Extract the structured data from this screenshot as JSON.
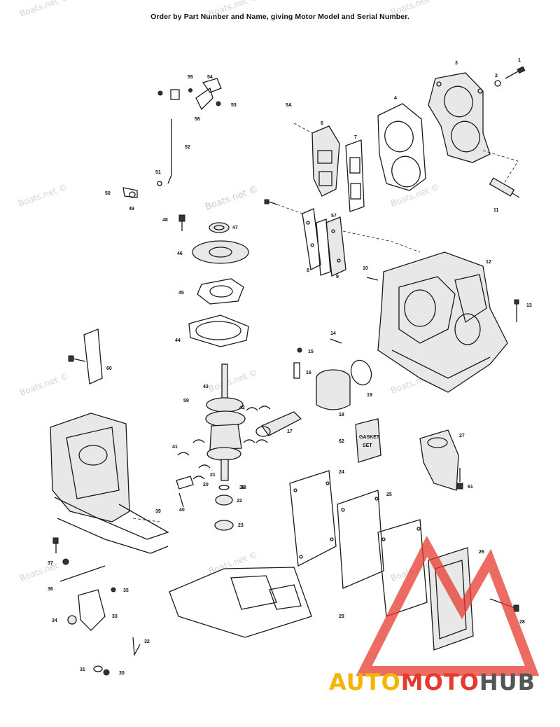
{
  "header": {
    "text": "Order by Part Number and Name, giving Motor Model and Serial Number."
  },
  "watermarks": [
    "Boats.net ©"
  ],
  "brand": {
    "part1": "AUTO",
    "part2": "MOTO",
    "part3": "HUB",
    "logo_color": "#e63a2e"
  },
  "callouts": [
    "1",
    "2",
    "3",
    "4",
    "5A",
    "6",
    "7",
    "8",
    "9",
    "10",
    "11",
    "12",
    "13",
    "14",
    "15",
    "16",
    "17",
    "18",
    "19",
    "20",
    "21",
    "22",
    "23",
    "24",
    "25",
    "26",
    "27",
    "28",
    "29",
    "30",
    "31",
    "32",
    "33",
    "34",
    "35",
    "36",
    "37",
    "38",
    "39",
    "40",
    "41",
    "42",
    "43",
    "44",
    "45",
    "46",
    "47",
    "48",
    "49",
    "50",
    "51",
    "52",
    "53",
    "54",
    "55",
    "56",
    "57",
    "58",
    "59",
    "60",
    "61",
    "62"
  ],
  "carton_label": [
    "GASKET",
    "SET"
  ]
}
